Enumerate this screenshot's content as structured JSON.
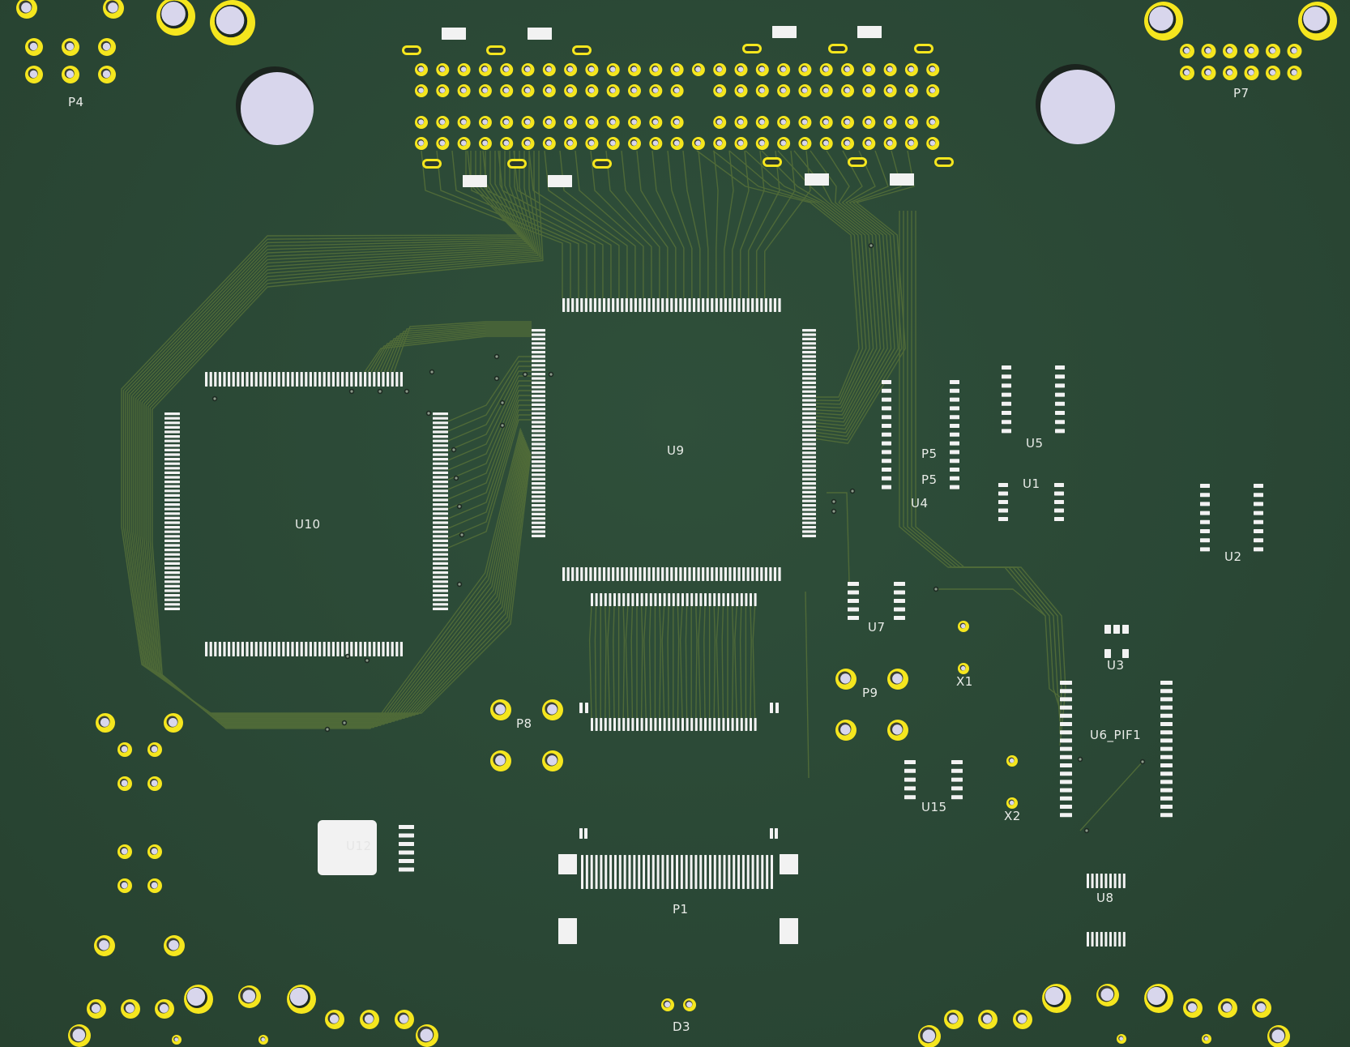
{
  "board": {
    "colors": {
      "substrate": "#2b4a36",
      "trace": "#4f6a38",
      "pad": "#f2f2f2",
      "ring": "#f5e61e",
      "hole": "#d8d6ec",
      "silkscreen": "#e9ece8"
    },
    "designators": {
      "P4": "P4",
      "P7": "P7",
      "U9": "U9",
      "U10": "U10",
      "P5a": "P5",
      "P5b": "P5",
      "U4": "U4",
      "U5": "U5",
      "U1": "U1",
      "U2": "U2",
      "U7": "U7",
      "U3": "U3",
      "P9": "P9",
      "X1": "X1",
      "P8": "P8",
      "U6": "U6_PIF1",
      "U15": "U15",
      "X2": "X2",
      "U12": "U12",
      "P1": "P1",
      "U8": "U8",
      "D3": "D3"
    }
  }
}
